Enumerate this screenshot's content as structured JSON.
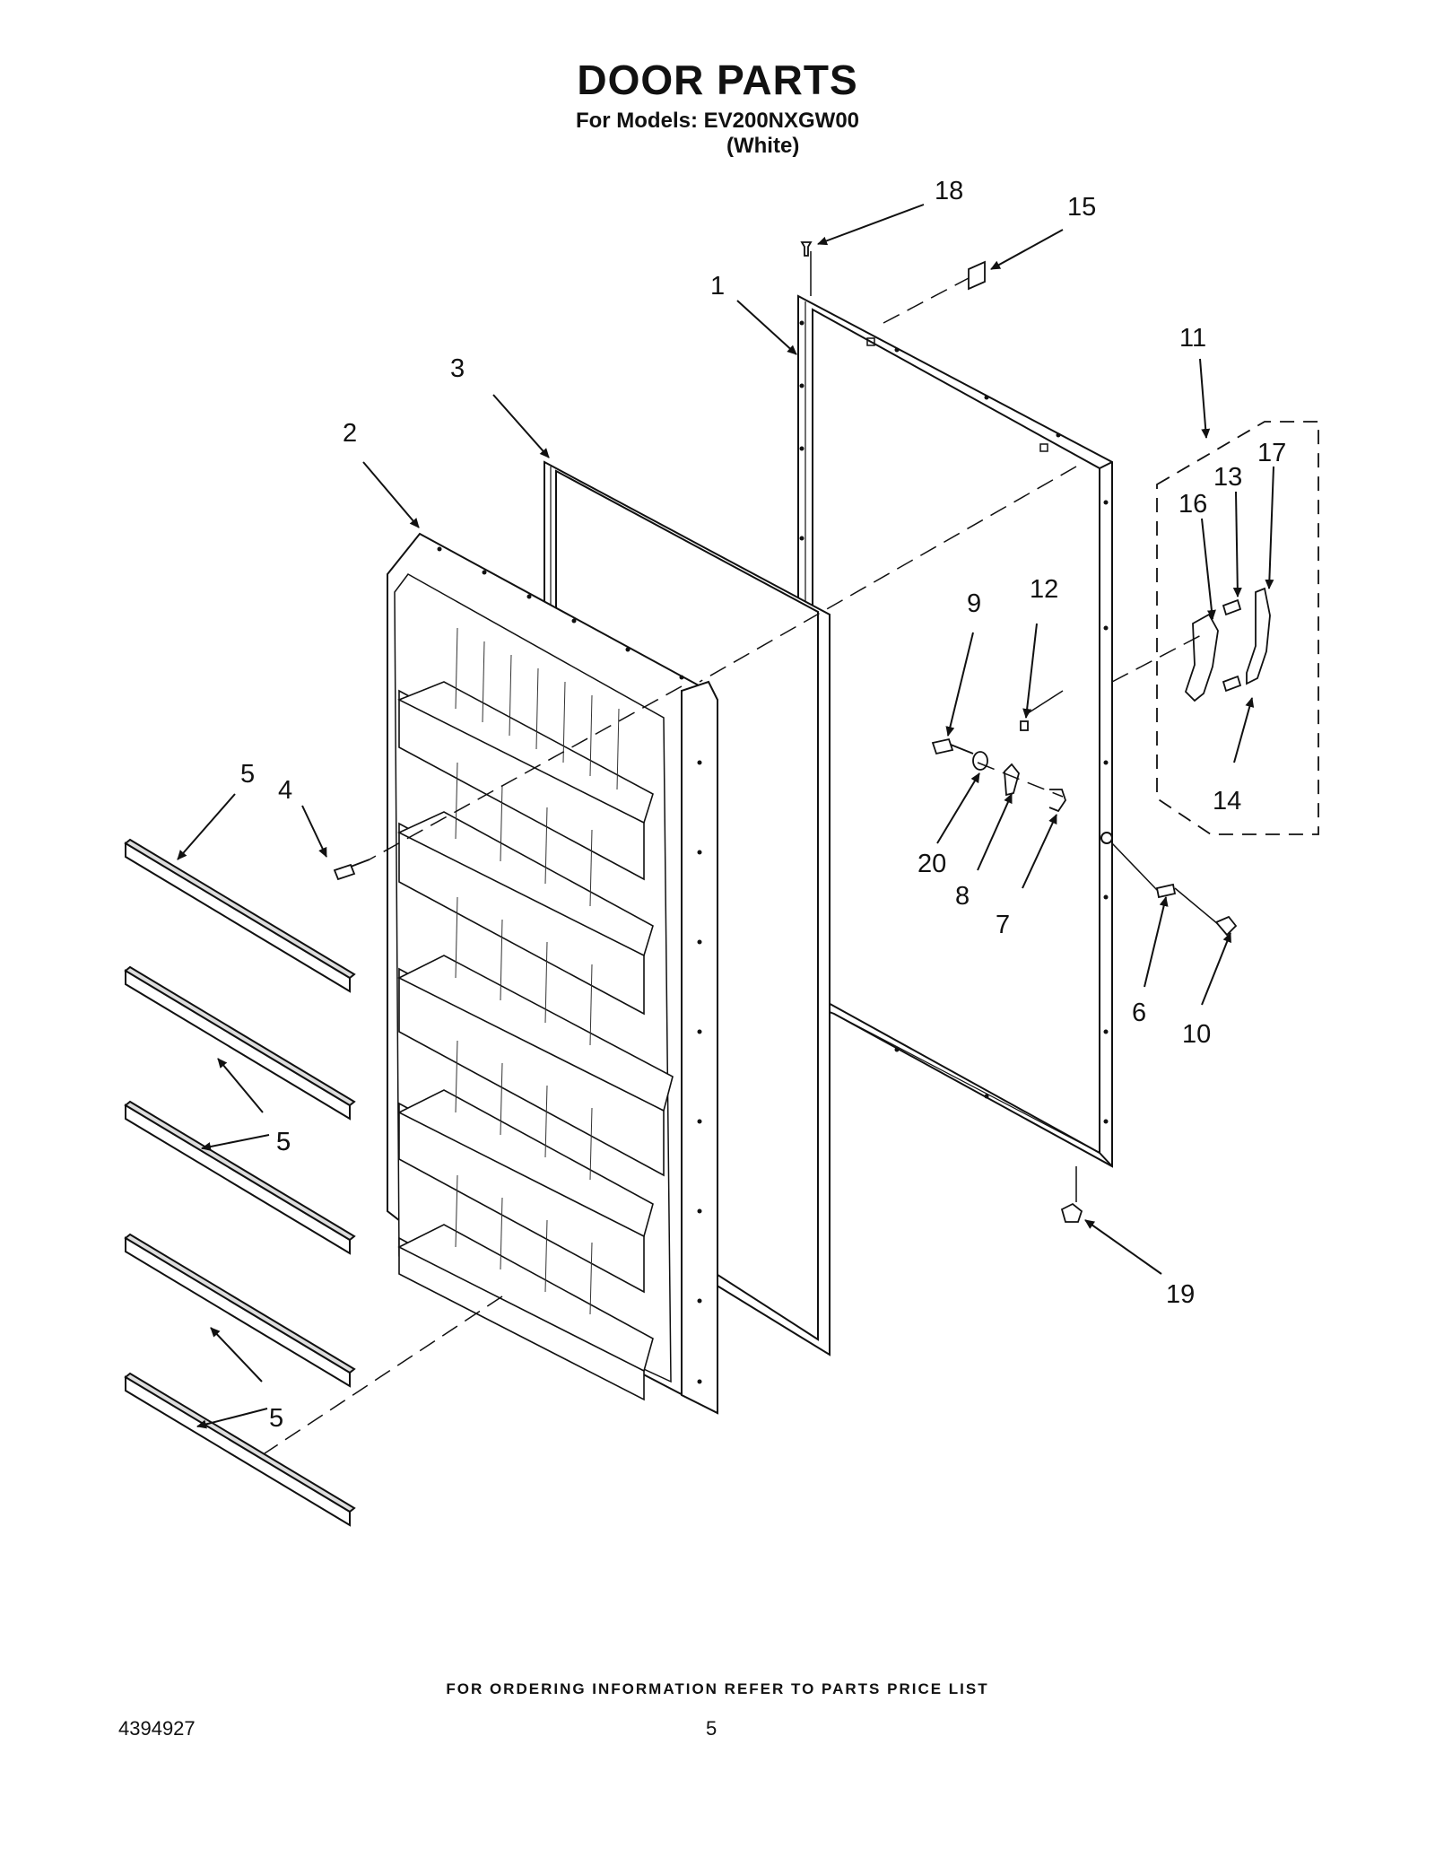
{
  "header": {
    "title": "DOOR PARTS",
    "models_line": "For Models: EV200NXGW00",
    "variant": "(White)"
  },
  "callouts": {
    "c1": "1",
    "c2": "2",
    "c3": "3",
    "c4": "4",
    "c5a": "5",
    "c5b": "5",
    "c5c": "5",
    "c5d": "5",
    "c6": "6",
    "c7": "7",
    "c8": "8",
    "c9": "9",
    "c10": "10",
    "c11": "11",
    "c12": "12",
    "c13": "13",
    "c14": "14",
    "c15": "15",
    "c16": "16",
    "c17": "17",
    "c18": "18",
    "c19": "19",
    "c20": "20"
  },
  "footer": {
    "ordering_note": "FOR ORDERING INFORMATION REFER TO PARTS PRICE LIST",
    "doc_number": "4394927",
    "page_number": "5"
  }
}
